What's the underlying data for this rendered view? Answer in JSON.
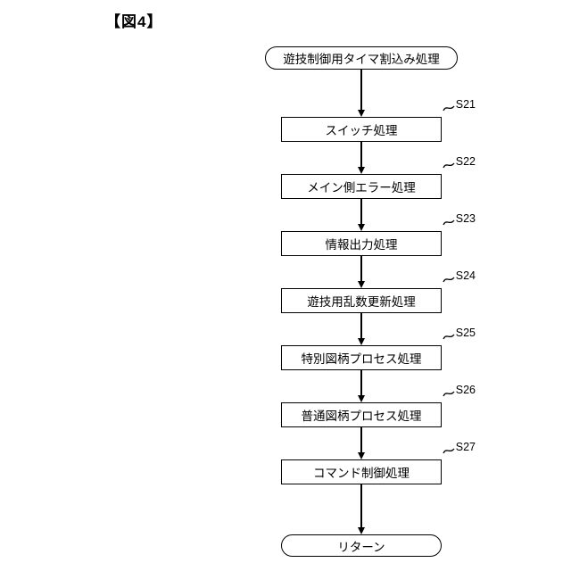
{
  "figure": {
    "title": "【図4】"
  },
  "flow": {
    "start": "遊技制御用タイマ割込み処理",
    "end": "リターン",
    "steps": [
      {
        "id": "S21",
        "label": "スイッチ処理"
      },
      {
        "id": "S22",
        "label": "メイン側エラー処理"
      },
      {
        "id": "S23",
        "label": "情報出力処理"
      },
      {
        "id": "S24",
        "label": "遊技用乱数更新処理"
      },
      {
        "id": "S25",
        "label": "特別図柄プロセス処理"
      },
      {
        "id": "S26",
        "label": "普通図柄プロセス処理"
      },
      {
        "id": "S27",
        "label": "コマンド制御処理"
      }
    ]
  },
  "colors": {
    "line": "#000000",
    "background": "#ffffff"
  }
}
